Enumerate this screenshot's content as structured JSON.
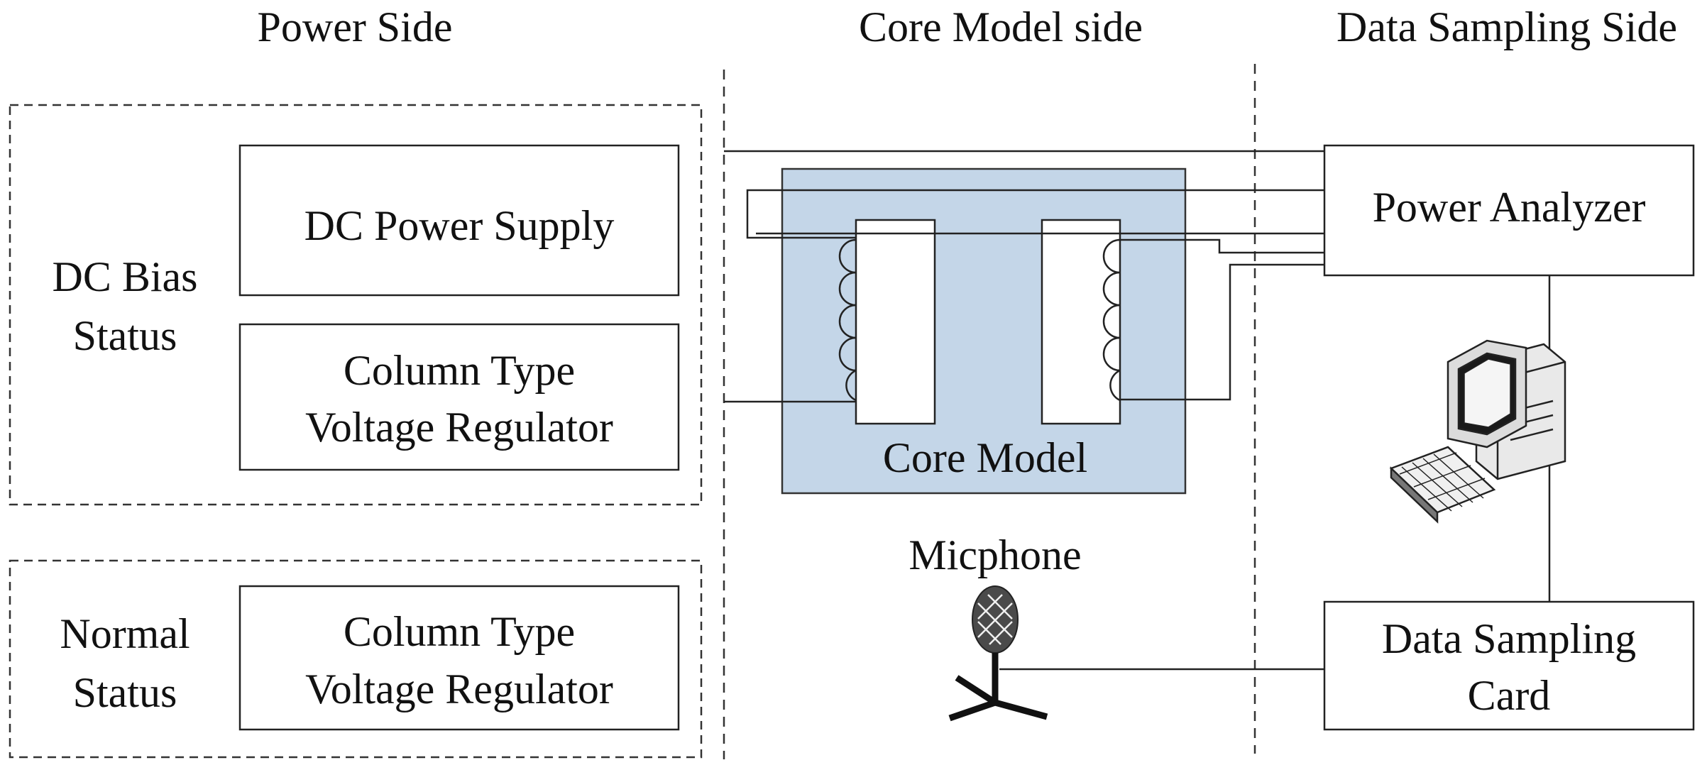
{
  "headers": {
    "power_side": "Power Side",
    "core_side": "Core Model side",
    "data_side": "Data Sampling Side"
  },
  "groups": {
    "dc_bias": {
      "label_line1": "DC Bias",
      "label_line2": "Status"
    },
    "normal": {
      "label_line1": "Normal",
      "label_line2": "Status"
    }
  },
  "boxes": {
    "dc_power_supply": "DC Power Supply",
    "regulator_dc_line1": "Column Type",
    "regulator_dc_line2": "Voltage Regulator",
    "regulator_normal_line1": "Column Type",
    "regulator_normal_line2": "Voltage Regulator",
    "power_analyzer": "Power Analyzer",
    "data_card_line1": "Data Sampling",
    "data_card_line2": "Card"
  },
  "core": {
    "label": "Core Model",
    "fill_color": "#c4d6e8"
  },
  "microphone": {
    "label": "Micphone"
  },
  "icons": [
    "computer-icon",
    "microphone-icon",
    "coil-icon"
  ]
}
